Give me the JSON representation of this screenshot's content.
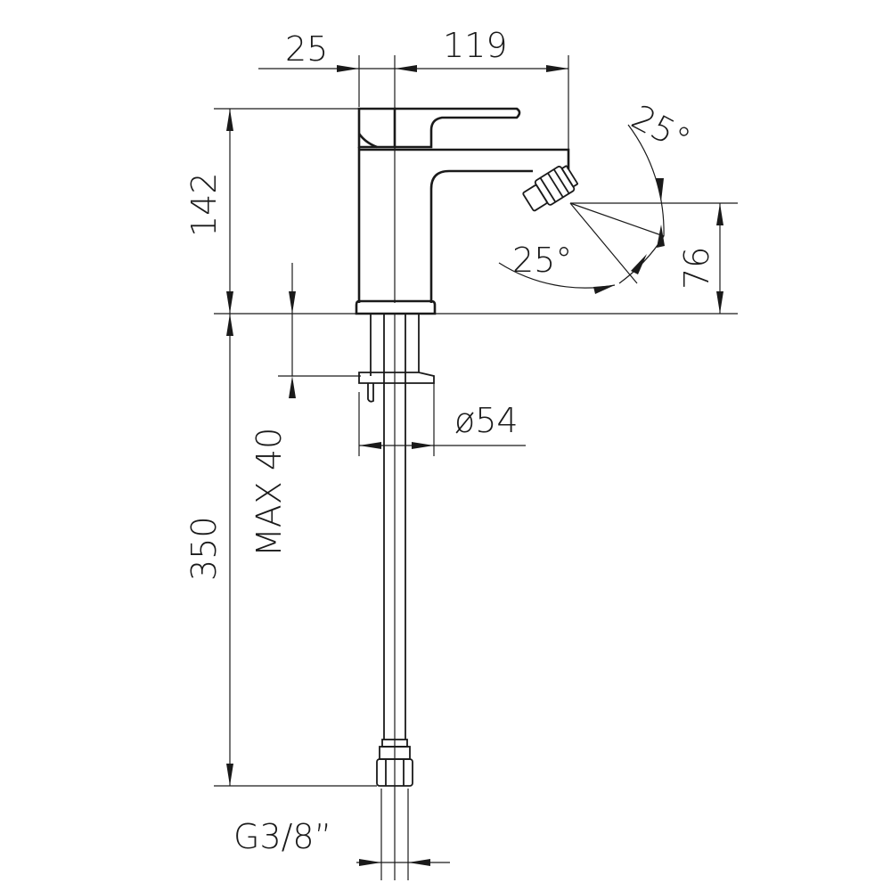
{
  "drawing": {
    "dimensions": {
      "lever_offset": "25",
      "spout_reach": "119",
      "tap_height": "142",
      "nozzle_height": "76",
      "angle_up": "25°",
      "angle_down": "25°",
      "base_diameter": "ø54",
      "max_deck": "MAX 40",
      "hose_length": "350",
      "connection": "G3/8”"
    }
  }
}
